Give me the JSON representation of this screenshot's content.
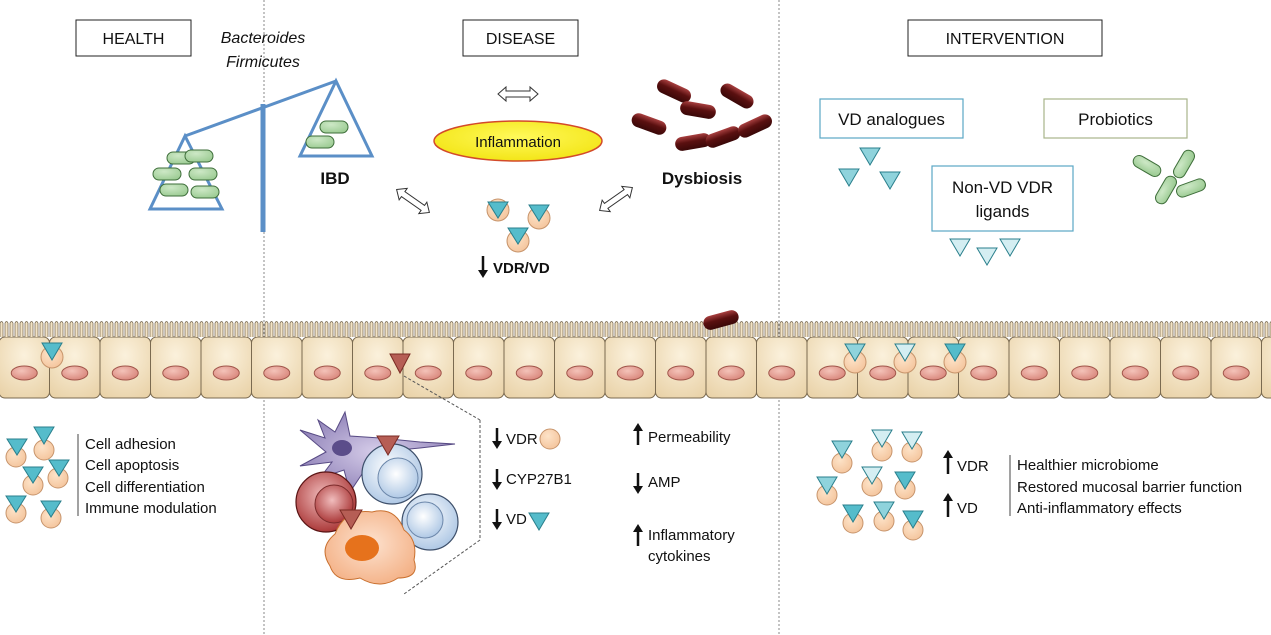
{
  "headers": {
    "health": "HEALTH",
    "disease": "DISEASE",
    "intervention": "INTERVENTION"
  },
  "health": {
    "bacteria_line1": "Bacteroides",
    "bacteria_line2": "Firmicutes",
    "functions": [
      "Cell adhesion",
      "Cell apoptosis",
      "Cell differentiation",
      "Immune modulation"
    ]
  },
  "disease": {
    "ibd": "IBD",
    "inflammation": "Inflammation",
    "dysbiosis": "Dysbiosis",
    "vdr_vd": "VDR/VD",
    "markers_left": [
      "VDR",
      "CYP27B1",
      "VD"
    ],
    "markers_right": [
      "Permeability",
      "AMP",
      "Inflammatory",
      "cytokines"
    ]
  },
  "intervention": {
    "vd_analogues": "VD analogues",
    "probiotics": "Probiotics",
    "non_vd_line1": "Non-VD VDR",
    "non_vd_line2": "ligands",
    "markers": [
      "VDR",
      "VD"
    ],
    "outcomes": [
      "Healthier microbiome",
      "Restored mucosal barrier function",
      "Anti-inflammatory effects"
    ]
  },
  "colors": {
    "scale_blue": "#5b8fc7",
    "bacteria_green": "#a9d4a3",
    "dysbiosis_red": "#6b1717",
    "triangle_teal": "#55bccb",
    "triangle_light": "#c8e9ee",
    "vdr_peach": "#f6cba5",
    "inflammation_yellow": "#f6eb16",
    "cell_fill": "#f3e3c4",
    "nucleus_pink": "#e6a49a"
  }
}
